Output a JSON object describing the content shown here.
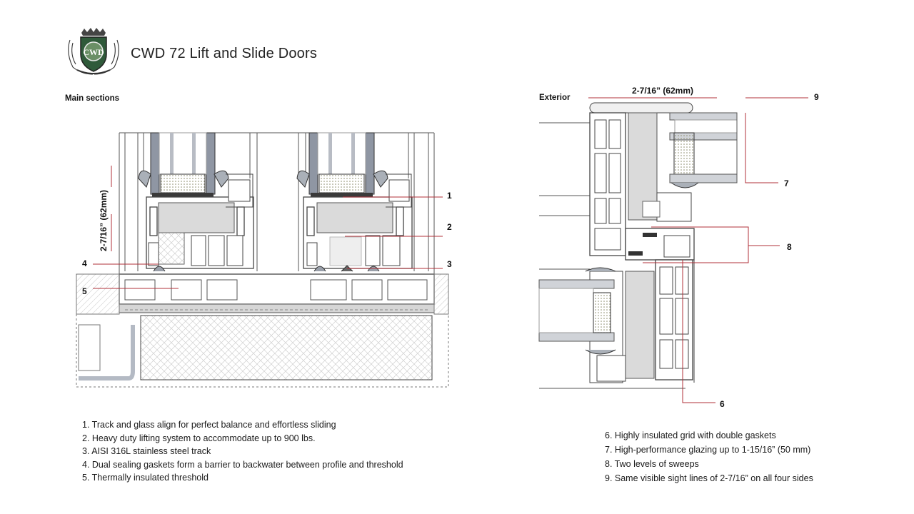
{
  "header": {
    "title": "CWD 72 Lift and Slide Doors",
    "logo_text": "CWD"
  },
  "left_section": {
    "label": "Main sections",
    "dimension": "2-7/16” (62mm)",
    "callouts": [
      "1",
      "2",
      "3",
      "4",
      "5"
    ]
  },
  "right_section": {
    "label": "Exterior",
    "dimension": "2-7/16”  (62mm)",
    "callouts": [
      "9",
      "7",
      "8",
      "6"
    ]
  },
  "notes_left": [
    "1. Track and glass align for perfect balance and effortless sliding",
    "2. Heavy duty lifting system to accommodate up to 900 lbs.",
    "3. AISI 316L stainless steel track",
    "4. Dual sealing gaskets form a barrier to backwater between profile and threshold",
    "5. Thermally insulated threshold"
  ],
  "notes_right": [
    "6. Highly insulated grid with double gaskets",
    "7. High-performance glazing up to 1-15/16”  (50 mm)",
    "8. Two levels of sweeps",
    "9. Same visible sight lines of 2-7/16” on all four sides"
  ],
  "colors": {
    "leader": "#b0303a",
    "line": "#555555",
    "gasket": "#9aa0aa",
    "core": "#d9d9d9"
  }
}
